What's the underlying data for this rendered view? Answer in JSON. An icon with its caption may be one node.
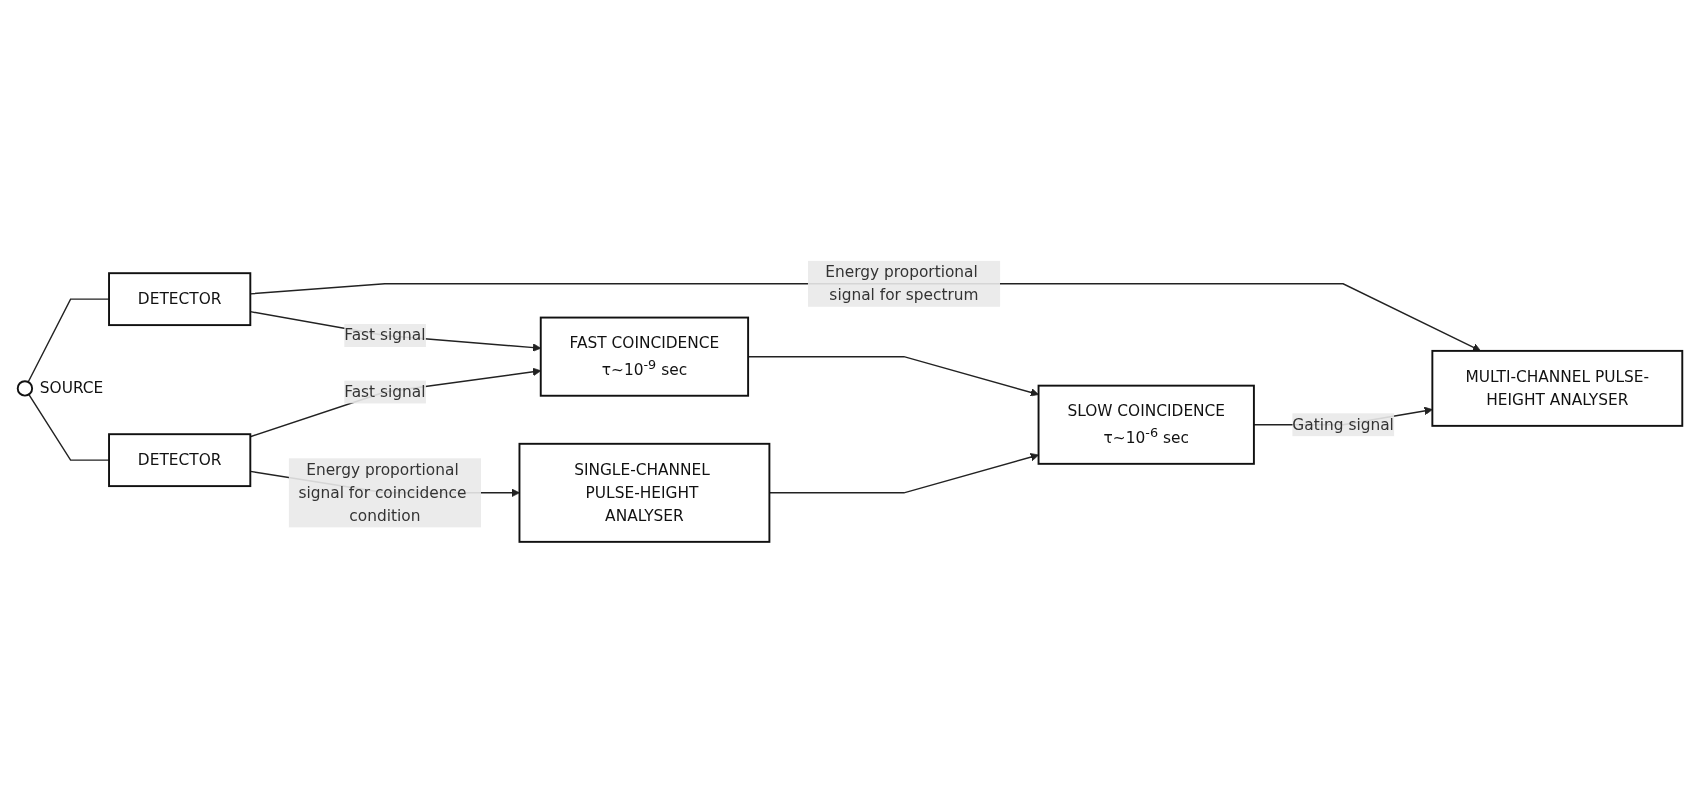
{
  "diagram": {
    "nodes": [
      {
        "text": [
          "MULTI-CHANNEL PULSE-HEIGHT ANALYSER"
        ]
      },
      {
        "text": [
          "DETECTOR"
        ]
      },
      {
        "text": [],
        "shape": "circle",
        "beside": [
          "SOURCE"
        ]
      },
      {
        "text": [
          "FAST COINCIDENCE",
          "τ~10$^{-9}$ sec"
        ]
      },
      {
        "text": [
          "SLOW COINCIDENCE",
          "τ~10$^{-6}$ sec"
        ]
      },
      {
        "text": [
          "DETECTOR"
        ]
      },
      {
        "text": [
          "SINGLE-CHANNEL PULSE-HEIGHT ANALYSER"
        ]
      }
    ],
    "edges": [
      {
        "from": 2,
        "to": 1,
        "arrow": "none"
      },
      {
        "from": 2,
        "to": 5,
        "arrow": "none"
      },
      {
        "from": 1,
        "to": 0,
        "arrow": "to",
        "label": "Energy proportional signal for spectrum"
      },
      {
        "from": 1,
        "to": 3,
        "arrow": "to",
        "label": "Fast signal"
      },
      {
        "from": 5,
        "to": 3,
        "arrow": "to",
        "label": "Fast signal"
      },
      {
        "from": 3,
        "to": 4,
        "arrow": "to"
      },
      {
        "from": 4,
        "to": 0,
        "arrow": "to",
        "label": "Gating signal"
      },
      {
        "from": 5,
        "to": 6,
        "arrow": "to",
        "label": "Energy proportional signal for coincidence condition"
      },
      {
        "from": 6,
        "to": 4,
        "arrow": "to"
      }
    ]
  }
}
